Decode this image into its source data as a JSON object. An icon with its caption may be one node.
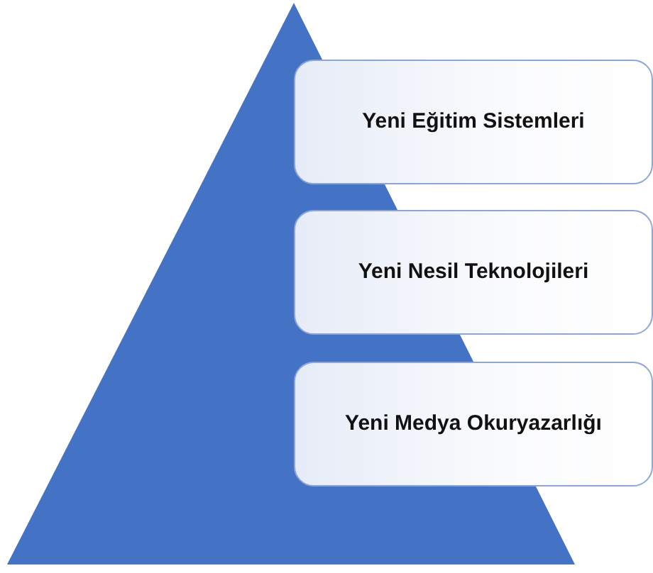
{
  "diagram": {
    "nodes": [
      {
        "text": [
          "Yeni Eğitim Sistemleri"
        ]
      },
      {
        "text": [
          "Yeni Nesil Teknolojileri"
        ]
      },
      {
        "text": [
          "Yeni Medya Okuryazarlığı"
        ]
      }
    ]
  }
}
